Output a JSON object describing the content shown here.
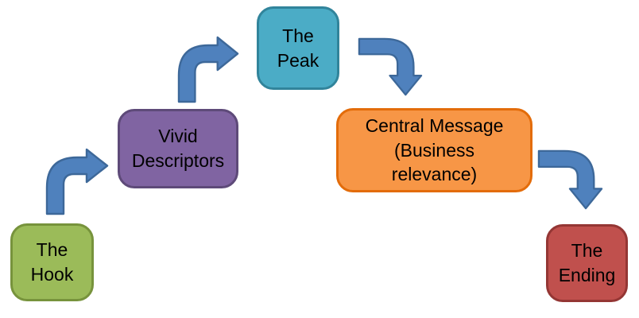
{
  "diagram": {
    "background": "#ffffff",
    "text_color": "#000000",
    "nodes": [
      {
        "id": "the-hook",
        "label": "The\nHook",
        "fill": "#9BBB59",
        "border": "#77933C"
      },
      {
        "id": "vivid-descriptors",
        "label": "Vivid\nDescriptors",
        "fill": "#8064A2",
        "border": "#5E4A79"
      },
      {
        "id": "the-peak",
        "label": "The\nPeak",
        "fill": "#4BACC6",
        "border": "#31849B"
      },
      {
        "id": "central-message",
        "label": "Central Message\n(Business\nrelevance)",
        "fill": "#F79646",
        "border": "#E36C0A"
      },
      {
        "id": "the-ending",
        "label": "The\nEnding",
        "fill": "#C0504D",
        "border": "#943634"
      }
    ],
    "arrows": {
      "fill": "#4F81BD",
      "border": "#3D6899",
      "items": [
        {
          "from": "The Hook",
          "to": "Vivid Descriptors",
          "direction": "up-right"
        },
        {
          "from": "Vivid Descriptors",
          "to": "The Peak",
          "direction": "up-right"
        },
        {
          "from": "The Peak",
          "to": "Central Message",
          "direction": "right-down"
        },
        {
          "from": "Central Message",
          "to": "The Ending",
          "direction": "right-down"
        }
      ]
    }
  }
}
